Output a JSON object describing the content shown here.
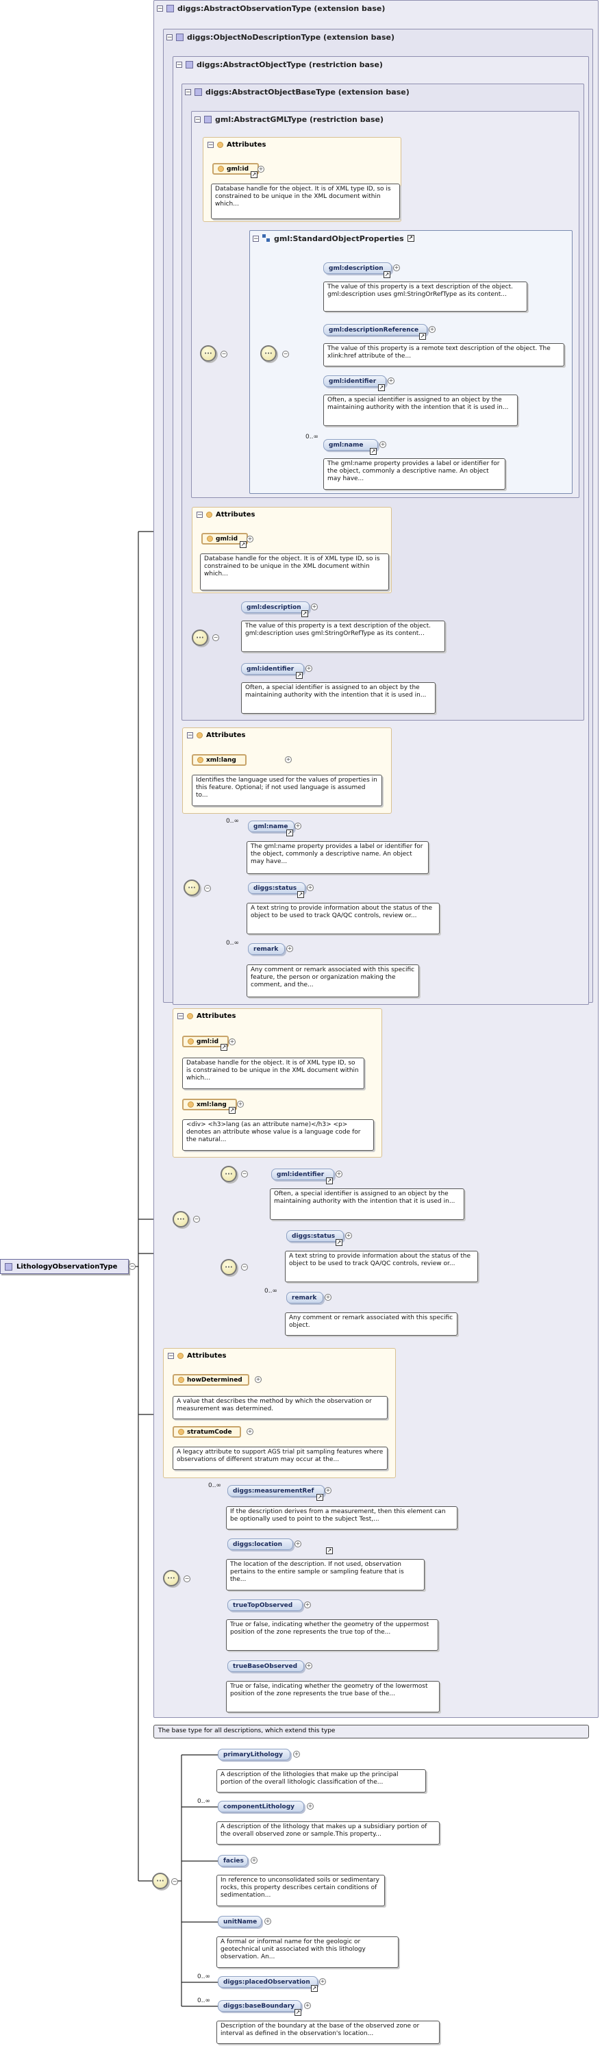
{
  "types": {
    "t0": "diggs:AbstractObservationType (extension base)",
    "t1": "diggs:ObjectNoDescriptionType (extension base)",
    "t2": "diggs:AbstractObjectType (restriction base)",
    "t3": "diggs:AbstractObjectBaseType (extension base)",
    "t4": "gml:AbstractGMLType (restriction base)"
  },
  "attributes_label": "Attributes",
  "gml_id": {
    "name": "gml:id",
    "desc": "Database handle for the object. It is of XML type ID, so is constrained to be unique in the XML document within which..."
  },
  "standard_props": {
    "title": "gml:StandardObjectProperties",
    "description_name": "gml:description",
    "description_desc": "The value of this property is a text description of the object. gml:description uses gml:StringOrRefType as its content...",
    "descref_name": "gml:descriptionReference",
    "descref_desc": "The value of this property is a remote text description of the object. The xlink:href attribute of the...",
    "identifier_name": "gml:identifier",
    "identifier_desc": "Often, a special identifier is assigned to an object by the maintaining authority with the intention that it is used in...",
    "name_name": "gml:name",
    "name_desc": "The gml:name property provides a label or identifier for the object, commonly a descriptive name. An object may have..."
  },
  "mult_0_inf": "0..∞",
  "xml_lang": {
    "name": "xml:lang",
    "desc": "Identifies the language used for the values of properties in this feature. Optional; if not used language is assumed to...",
    "desc2": "<div> <h3>lang (as an attribute name)</h3> <p> denotes an attribute whose value is a language code for the natural..."
  },
  "diggs_status": {
    "name": "diggs:status",
    "desc": "A text string to provide information about the status of the object to be used to track QA/QC controls, review or..."
  },
  "remark": {
    "name": "remark",
    "desc1": "Any comment or remark associated with this specific feature, the person or organization making the comment, and the...",
    "desc2": "Any comment or remark associated with this specific object."
  },
  "observation_attrs": {
    "howDetermined_name": "howDetermined",
    "howDetermined_desc": "A value that describes the method by which the observation or measurement was determined.",
    "stratumCode_name": "stratumCode",
    "stratumCode_desc": "A legacy attribute to support AGS trial pit sampling features where observations of different stratum may occur at the..."
  },
  "observation_elems": {
    "measurementRef_name": "diggs:measurementRef",
    "measurementRef_desc": "If the description derives from a measurement, then this element can be optionally used to point to the subject Test,...",
    "location_name": "diggs:location",
    "location_desc": "The location of the description. If not used, observation pertains to the entire sample or sampling feature that is the...",
    "trueTop_name": "trueTopObserved",
    "trueTop_desc": "True or false, indicating whether the geometry of the uppermost position of the zone represents the true top of the...",
    "trueBase_name": "trueBaseObserved",
    "trueBase_desc": "True or false, indicating whether the geometry of the lowermost position of the zone represents the true base of the..."
  },
  "base_type_note": "The base type for all descriptions, which extend this type",
  "root_name": "LithologyObservationType",
  "lithology": {
    "primary_name": "primaryLithology",
    "primary_desc": "A description of the lithologies that make up the principal portion of the overall lithologic classification of the...",
    "component_name": "componentLithology",
    "component_desc": "A description of the lithology that makes up a subsidiary portion of the overall observed zone or sample.This property...",
    "facies_name": "facies",
    "facies_desc": "In reference to unconsolidated soils or sedimentary rocks, this property describes certain conditions of sedimentation...",
    "unitName_name": "unitName",
    "unitName_desc": "A formal or informal name for the geologic or geotechnical unit associated with this lithology observation. An...",
    "placed_name": "diggs:placedObservation",
    "baseBoundary_name": "diggs:baseBoundary",
    "baseBoundary_desc": "Description of the boundary at the base of the observed zone or interval as defined in the observation's location..."
  },
  "colors": {
    "type_bg": "#ebebf4",
    "attr_bg": "#fffbee",
    "element_pill": "#c9d6ec"
  }
}
